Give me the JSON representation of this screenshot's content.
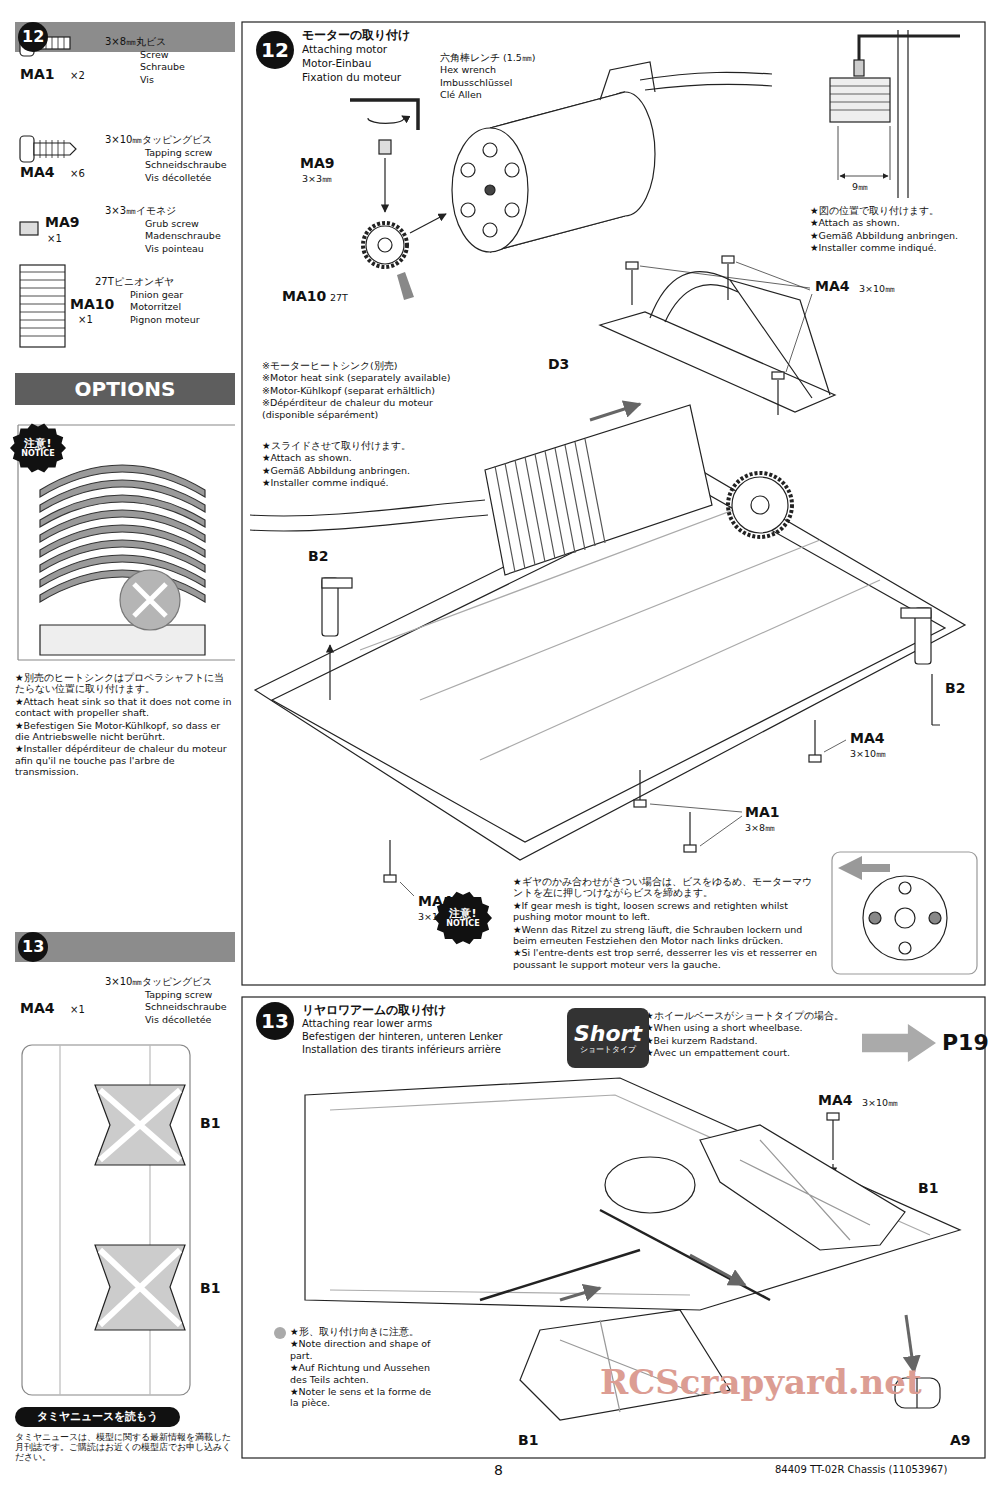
{
  "diagram": {
    "nodes": [
      {
        "text": [
          "12"
        ]
      },
      {
        "text": [
          "12"
        ]
      },
      {
        "text": [
          "OPTIONS"
        ]
      },
      {
        "text": [
          "注意!",
          "NOTICE"
        ]
      },
      {
        "text": [
          "注意!",
          "NOTICE"
        ]
      },
      {
        "text": [
          "13"
        ]
      },
      {
        "text": [
          "13"
        ]
      },
      {
        "text": [
          "Short",
          "ショートタイプ"
        ]
      },
      {
        "text": [
          "P19"
        ]
      },
      {
        "text": [
          "タミヤニュースを読もう"
        ]
      }
    ],
    "labels": [
      "3×8㎜丸ビス",
      "Screw",
      "Schraube",
      "Vis",
      "MA1",
      "×2",
      "3×10㎜タッピングビス",
      "Tapping screw",
      "Schneidschraube",
      "Vis décolletée",
      "MA4",
      "×6",
      "MA9",
      "×1",
      "3×3㎜イモネジ",
      "Grub screw",
      "Madenschraube",
      "Vis pointeau",
      "27Tピニオンギヤ",
      "Pinion gear",
      "Motorritzel",
      "Pignon moteur",
      "MA10",
      "×1",
      "★別売のヒートシンクはプロペラシャフトに当たらない位置に取り付けます。",
      "★Attach heat sink so that it does not come in contact with propeller shaft.",
      "★Befestigen Sie Motor-Kühlkopf, so dass er die Antriebswelle nicht berührt.",
      "★Installer dépérditeur de chaleur du moteur afin qu'il ne touche pas l'arbre de transmission.",
      "3×10㎜タッピングビス",
      "Tapping screw",
      "Schneidschraube",
      "Vis décolletée",
      "MA4",
      "×1",
      "B1",
      "B1",
      "タミヤニュースは、模型に関する最新情報を満載した月刊誌です。ご購読はお近くの模型店でお申し込みください。",
      "モーターの取り付け",
      "Attaching motor",
      "Motor-Einbau",
      "Fixation du moteur",
      "六角棒レンチ (1.5㎜)",
      "Hex wrench",
      "Imbusschlüssel",
      "Clé Allen",
      "MA9",
      "3×3㎜",
      "MA10",
      "27T",
      "9㎜",
      "★図の位置で取り付けます。",
      "★Attach as shown.",
      "★Gemäß Abbildung anbringen.",
      "★Installer comme indiqué.",
      "MA4",
      "3×10㎜",
      "D3",
      "※モーターヒートシンク(別売)",
      "※Motor heat sink (separately available)",
      "※Motor-Kühlkopf (separat erhältlich)",
      "※Dépérditeur de chaleur du moteur (disponible séparément)",
      "★スライドさせて取り付けます。",
      "★Attach as shown.",
      "★Gemäß Abbildung anbringen.",
      "★Installer comme indiqué.",
      "B2",
      "B2",
      "MA4",
      "3×10㎜",
      "MA1",
      "3×8㎜",
      "MA4",
      "3×10㎜",
      "★ギヤのかみ合わせがきつい場合は、ビスをゆるめ、モーターマウントを左に押しつけながらビスを締めます。",
      "★If gear mesh is tight, loosen screws and retighten whilst pushing motor mount to left.",
      "★Wenn das Ritzel zu streng läuft, die Schrauben lockern und beim erneuten Festziehen den Motor nach links drücken.",
      "★Si l'entre-dents est trop serré, desserrer les vis et resserrer en poussant le support moteur vers la gauche.",
      "リヤロワアームの取り付け",
      "Attaching rear lower arms",
      "Befestigen der hinteren, unteren Lenker",
      "Installation des tirants inférieurs arrière",
      "★ホイールベースがショートタイプの場合。",
      "★When using a short wheelbase.",
      "★Bei kurzem Radstand.",
      "★Avec un empattement court.",
      "MA4",
      "3×10㎜",
      "B1",
      "★形、取り付け向きに注意。",
      "★Note direction and shape of part.",
      "★Auf Richtung und Aussehen des Teils achten.",
      "★Noter le sens et la forme de la pièce.",
      "B1",
      "A9",
      "RCScrapyard.net",
      "8",
      "84409 TT-02R Chassis (11053967)"
    ]
  }
}
